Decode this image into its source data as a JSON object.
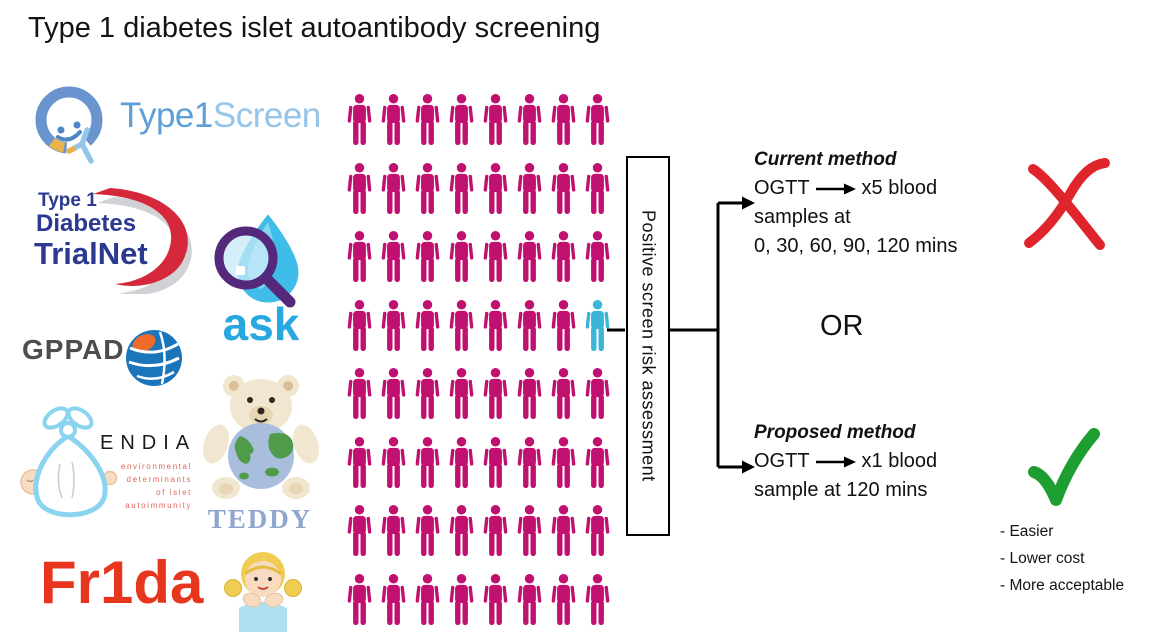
{
  "title": "Type 1 diabetes islet autoantibody screening",
  "logos": {
    "type1screen": {
      "name_part1": "Type1",
      "name_part2": "Screen"
    },
    "trialnet": {
      "line1": "Type 1",
      "line2": "Diabetes",
      "line3": "TrialNet"
    },
    "ask": {
      "label": "ask"
    },
    "gppad": {
      "label": "GPPAD"
    },
    "endia": {
      "label": "ENDIA",
      "tagline": [
        "environmental",
        "determinants",
        "of islet",
        "autoimmunity"
      ]
    },
    "teddy": {
      "label": "TEDDY"
    },
    "fr1da": {
      "label": "Fr1da"
    }
  },
  "population_grid": {
    "rows": 8,
    "cols": 8,
    "person_color": "#C01070",
    "highlight_color": "#3BB5D8",
    "highlight_row": 4,
    "highlight_col": 8
  },
  "risk_box": {
    "label": "Positive screen risk assessment"
  },
  "current_method": {
    "heading": "Current method",
    "step": "OGTT",
    "result": "x5 blood",
    "detail_line1": "samples at",
    "detail_line2": "0, 30, 60, 90, 120 mins",
    "verdict_color": "#E0242B"
  },
  "or_label": "OR",
  "proposed_method": {
    "heading": "Proposed method",
    "step": "OGTT",
    "result": "x1 blood",
    "detail_line1": "sample at 120 mins",
    "verdict_color": "#1E9E30",
    "benefits": [
      "- Easier",
      "- Lower cost",
      "- More acceptable"
    ]
  }
}
